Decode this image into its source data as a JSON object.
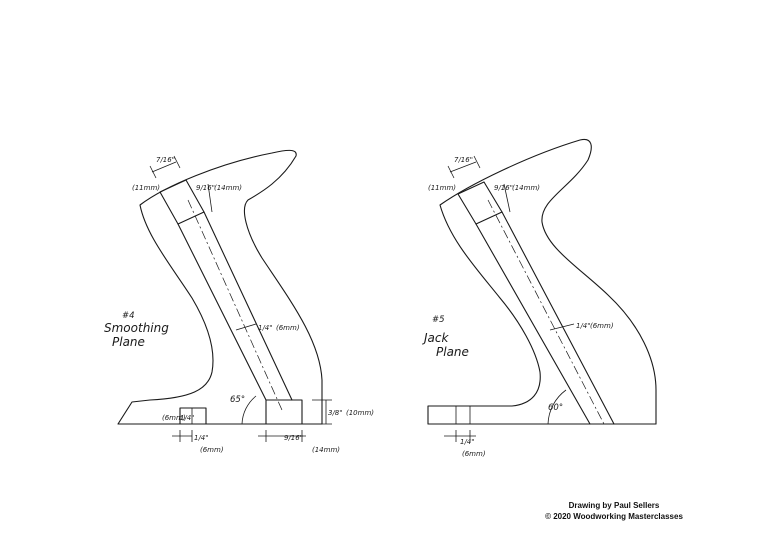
{
  "left_diagram": {
    "number": "#4",
    "name_line1": "Smoothing",
    "name_line2": "Plane",
    "angle": "65°",
    "top_width_in": "7/16\"",
    "top_width_mm": "(11mm)",
    "top_depth_in": "9/16\"",
    "top_depth_mm": "(14mm)",
    "slot_width_in": "1/4\"",
    "slot_width_mm": "(6mm)",
    "base_height_in": "3/8\"",
    "base_height_mm": "(10mm)",
    "toe_in": "1/4\"",
    "toe_mm": "(6mm)",
    "toe_bottom_in": "1/4\"",
    "toe_bottom_mm": "(6mm)",
    "heel_in": "9/16\"",
    "heel_mm": "(14mm)"
  },
  "right_diagram": {
    "number": "#5",
    "name_line1": "Jack",
    "name_line2": "Plane",
    "angle": "60°",
    "top_width_in": "7/16\"",
    "top_width_mm": "(11mm)",
    "top_depth_in": "9/16\"",
    "top_depth_mm": "(14mm)",
    "slot_width_in": "1/4\"",
    "slot_width_mm": "(6mm)",
    "toe_bottom_in": "1/4\"",
    "toe_bottom_mm": "(6mm)"
  },
  "credit": {
    "line1": "Drawing by Paul Sellers",
    "line2": "© 2020 Woodworking Masterclasses"
  }
}
